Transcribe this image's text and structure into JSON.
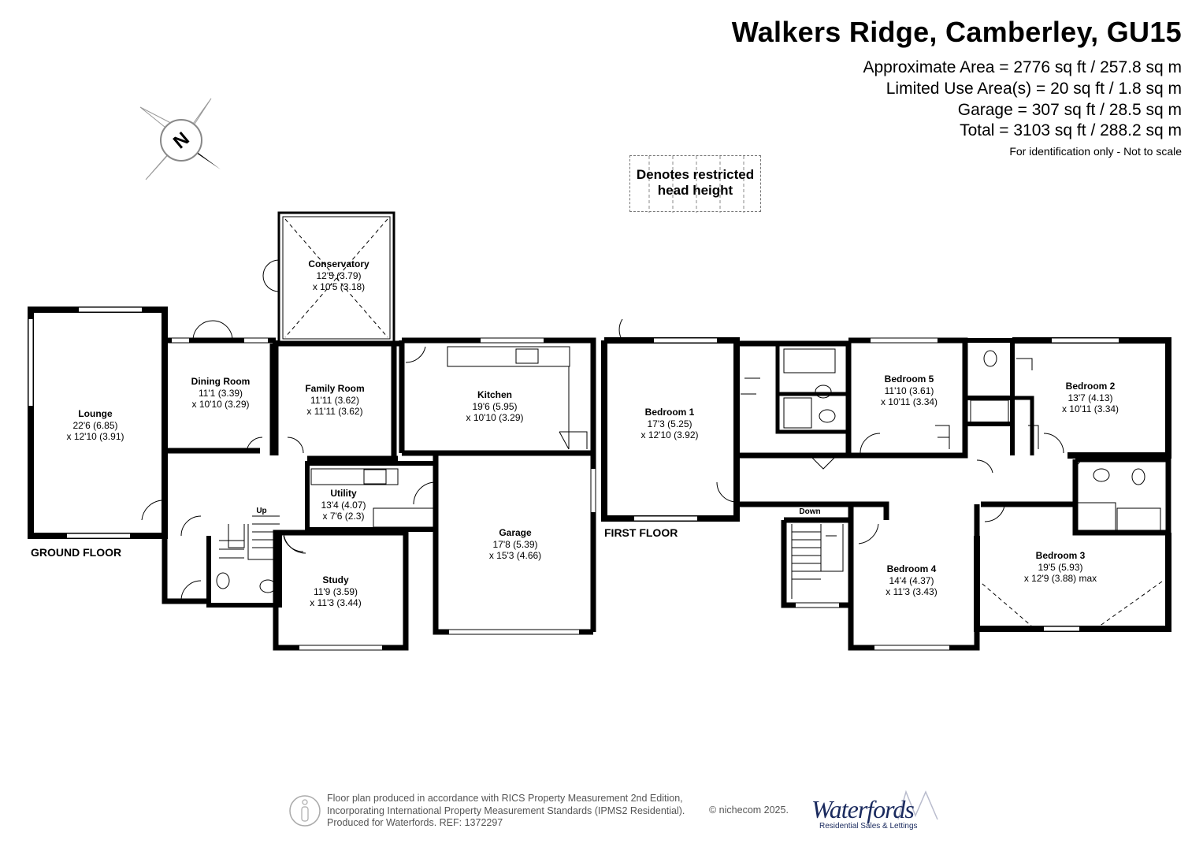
{
  "header": {
    "title": "Walkers Ridge, Camberley, GU15",
    "areas": [
      "Approximate Area = 2776 sq ft / 257.8 sq m",
      "Limited Use Area(s) = 20 sq ft / 1.8 sq m",
      "Garage = 307 sq ft / 28.5 sq m",
      "Total = 3103 sq ft / 288.2 sq m"
    ],
    "note": "For identification only - Not to scale"
  },
  "compass": {
    "label": "N"
  },
  "legend": {
    "line1": "Denotes restricted",
    "line2": "head height"
  },
  "floors": {
    "ground": "GROUND FLOOR",
    "first": "FIRST FLOOR"
  },
  "stairs": {
    "up": "Up",
    "down": "Down"
  },
  "rooms": {
    "lounge": {
      "name": "Lounge",
      "d1": "22'6 (6.85)",
      "d2": "x 12'10 (3.91)"
    },
    "dining": {
      "name": "Dining Room",
      "d1": "11'1 (3.39)",
      "d2": "x 10'10 (3.29)"
    },
    "conservatory": {
      "name": "Conservatory",
      "d1": "12'5 (3.79)",
      "d2": "x 10'5 (3.18)"
    },
    "family": {
      "name": "Family Room",
      "d1": "11'11 (3.62)",
      "d2": "x 11'11 (3.62)"
    },
    "kitchen": {
      "name": "Kitchen",
      "d1": "19'6 (5.95)",
      "d2": "x 10'10 (3.29)"
    },
    "utility": {
      "name": "Utility",
      "d1": "13'4 (4.07)",
      "d2": "x 7'6 (2.3)"
    },
    "garage": {
      "name": "Garage",
      "d1": "17'8 (5.39)",
      "d2": "x 15'3 (4.66)"
    },
    "study": {
      "name": "Study",
      "d1": "11'9 (3.59)",
      "d2": "x 11'3 (3.44)"
    },
    "bedroom1": {
      "name": "Bedroom 1",
      "d1": "17'3 (5.25)",
      "d2": "x 12'10 (3.92)"
    },
    "bedroom5": {
      "name": "Bedroom 5",
      "d1": "11'10 (3.61)",
      "d2": "x 10'11 (3.34)"
    },
    "bedroom2": {
      "name": "Bedroom 2",
      "d1": "13'7 (4.13)",
      "d2": "x 10'11 (3.34)"
    },
    "bedroom4": {
      "name": "Bedroom 4",
      "d1": "14'4 (4.37)",
      "d2": "x 11'3 (3.43)"
    },
    "bedroom3": {
      "name": "Bedroom 3",
      "d1": "19'5 (5.93)",
      "d2": "x 12'9 (3.88) max"
    }
  },
  "footer": {
    "line1": "Floor plan produced in accordance with RICS Property Measurement 2nd Edition,",
    "line2": "Incorporating International Property Measurement Standards (IPMS2 Residential).",
    "line3": "Produced for Waterfords.   REF:  1372297",
    "copyright": "© nichecom 2025.",
    "brand": "Waterfords",
    "brand_sub": "Residential Sales & Lettings"
  }
}
